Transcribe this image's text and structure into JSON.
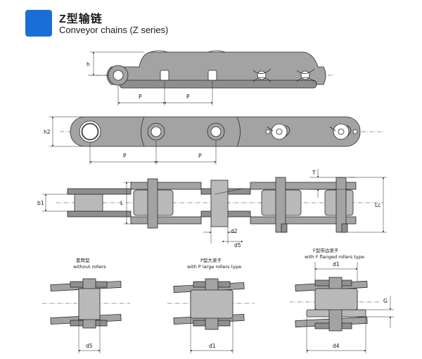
{
  "header": {
    "title_zh": "Z型输链",
    "title_en": "Conveyor chains (Z series)",
    "badge_color": "#1a6fd6"
  },
  "dimensions": {
    "h": "h",
    "h2": "h2",
    "pitch": "P",
    "b1": "b1",
    "L": "L",
    "Lc": "Lc",
    "T": "T",
    "d2": "d2",
    "d5": "d5",
    "d1": "d1",
    "d4": "d4",
    "G": "G"
  },
  "variants": {
    "without_rollers": {
      "zh": "套筒型",
      "en": "without rollers"
    },
    "p_type": {
      "zh": "P型大滚子",
      "en": "with P large rollers type"
    },
    "f_type": {
      "zh": "F型带边滚子",
      "en": "with F flanged rollers type"
    }
  }
}
